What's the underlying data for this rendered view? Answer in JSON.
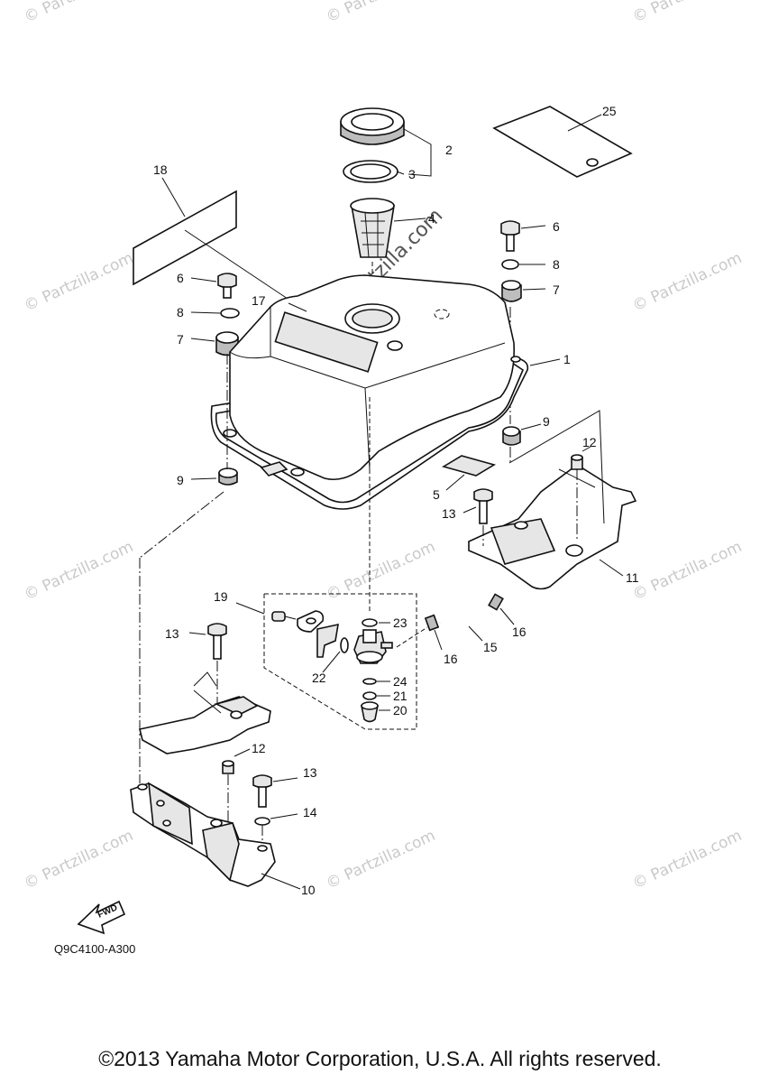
{
  "watermark": "© Partzilla.com",
  "diagram_code": "Q9C4100-A300",
  "copyright": "©2013 Yamaha Motor Corporation, U.S.A. All rights reserved.",
  "fwd_label": "FWD",
  "callouts": [
    "1",
    "2",
    "3",
    "4",
    "5",
    "6",
    "6",
    "7",
    "7",
    "8",
    "8",
    "9",
    "9",
    "10",
    "11",
    "12",
    "12",
    "13",
    "13",
    "13",
    "14",
    "15",
    "16",
    "16",
    "17",
    "18",
    "19",
    "20",
    "21",
    "22",
    "23",
    "24",
    "25"
  ]
}
